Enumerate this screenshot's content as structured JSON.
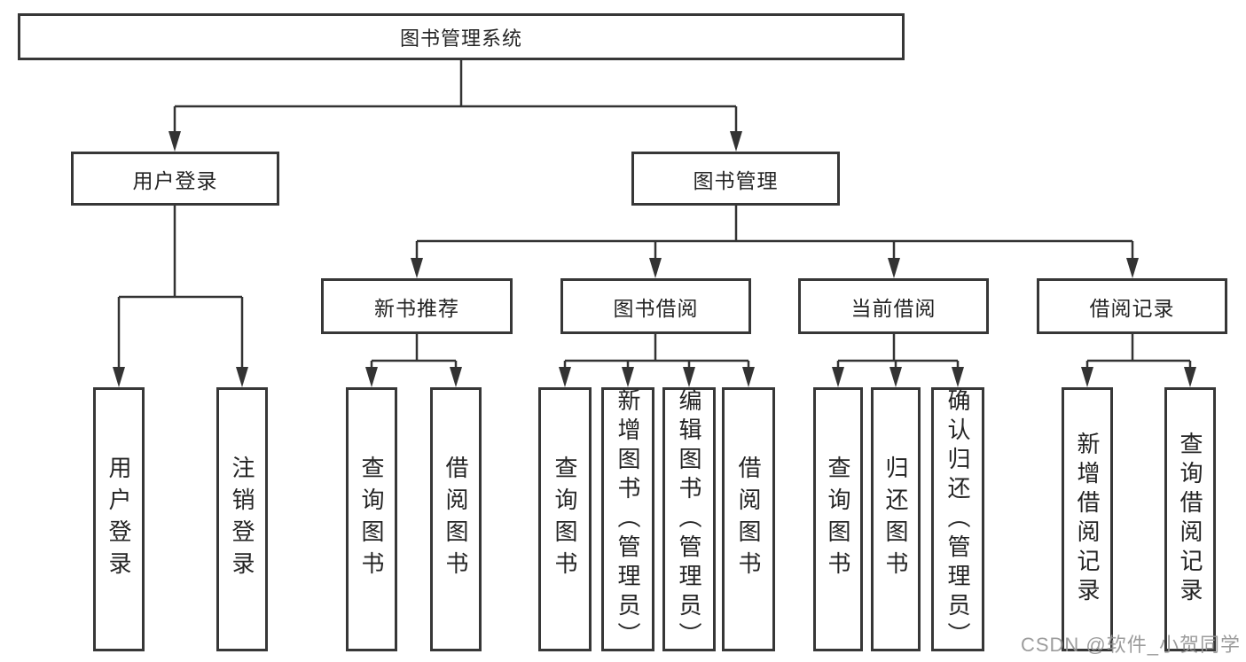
{
  "diagram": {
    "title": "图书管理系统",
    "root": {
      "label": "图书管理系统"
    },
    "branches": [
      {
        "label": "用户登录",
        "children": [
          {
            "label": "用户登录"
          },
          {
            "label": "注销登录"
          }
        ]
      },
      {
        "label": "图书管理",
        "children": [
          {
            "label": "新书推荐",
            "children": [
              {
                "label": "查询图书"
              },
              {
                "label": "借阅图书"
              }
            ]
          },
          {
            "label": "图书借阅",
            "children": [
              {
                "label": "查询图书"
              },
              {
                "label": "新增图书（管理员）"
              },
              {
                "label": "编辑图书（管理员）"
              },
              {
                "label": "借阅图书"
              }
            ]
          },
          {
            "label": "当前借阅",
            "children": [
              {
                "label": "查询图书"
              },
              {
                "label": "归还图书"
              },
              {
                "label": "确认归还（管理员）"
              }
            ]
          },
          {
            "label": "借阅记录",
            "children": [
              {
                "label": "新增借阅记录"
              },
              {
                "label": "查询借阅记录"
              }
            ]
          }
        ]
      }
    ],
    "watermark": "CSDN @软件_小贺同学",
    "colors": {
      "line": "#333333",
      "box_border": "#373737",
      "text": "#242424",
      "watermark": "#949494",
      "background": "#ffffff"
    }
  }
}
